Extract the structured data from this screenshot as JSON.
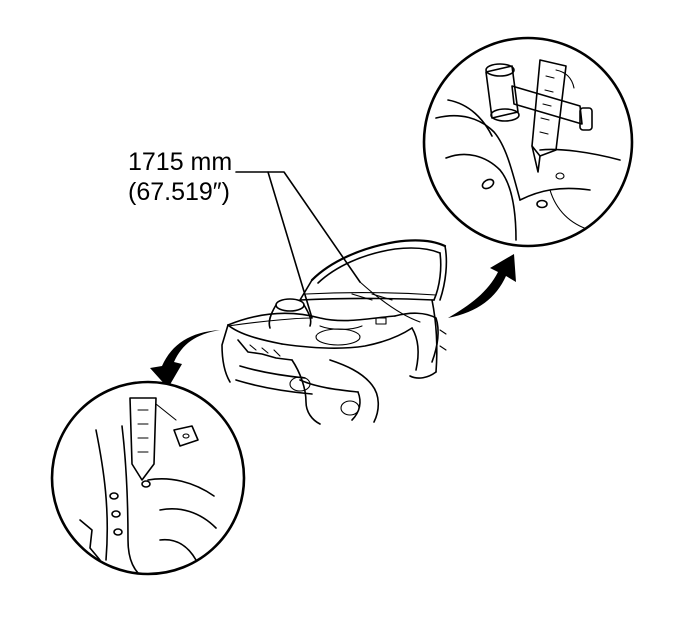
{
  "dimension": {
    "metric": "1715 mm",
    "imperial": "(67.519″)"
  },
  "parts": {
    "main_view": "car-body-front-structure",
    "detail_front": "front-detail-inset",
    "detail_rear": "rear-detail-inset",
    "tram_gauge_pointer": "tram-gauge"
  },
  "colors": {
    "ink": "#000000",
    "background": "#ffffff"
  }
}
